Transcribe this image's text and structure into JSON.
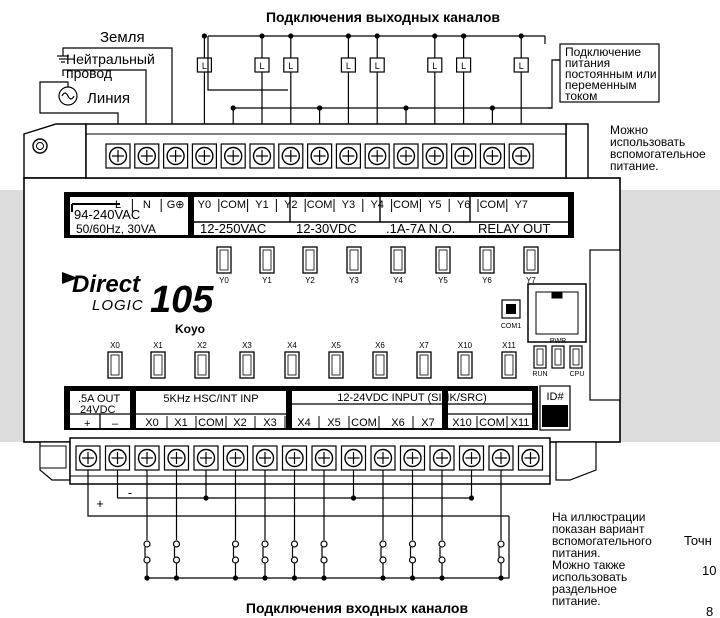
{
  "title_outputs": "Подключения  выходных каналов",
  "title_inputs": "Подключения  входных каналов",
  "labels": {
    "ground": "Земля",
    "neutral_1": "Нейтральный",
    "neutral_2": "провод",
    "line": "Линия"
  },
  "note_power": [
    "Подключение",
    "питания",
    "постоянным или",
    "переменным",
    "током"
  ],
  "note_aux_top": [
    "Можно",
    "использовать",
    "вспомогательное",
    "питание."
  ],
  "note_aux_bottom": [
    "На иллюстрации",
    "показан вариант",
    "вспомогательного",
    "питания.",
    "Можно также",
    "использовать",
    "раздельное",
    "питание."
  ],
  "right_edge": {
    "text1": "Точн",
    "text2": "10",
    "text3": "8"
  },
  "plc": {
    "brand_direct": "Direct",
    "brand_logic": "LOGIC",
    "brand_model": "105",
    "brand_maker": "Koyo",
    "com_port": "COM1",
    "id_label": "ID#",
    "leds": {
      "run": "RUN",
      "pwr": "PWR",
      "cpu": "CPU"
    },
    "top_terminals": [
      "L",
      "N",
      "G⊕",
      "Y0",
      "COM",
      "Y1",
      "Y2",
      "COM",
      "Y3",
      "Y4",
      "COM",
      "Y5",
      "Y6",
      "COM",
      "Y7"
    ],
    "top_labels": {
      "power_range": "94-240VAC",
      "power_freq": "50/60Hz, 30VA",
      "group_1": "12-250VAC",
      "group_2": "12-30VDC",
      "group_3": ".1A-7A N.O.",
      "group_4": "RELAY OUT"
    },
    "output_leds": [
      "Y0",
      "Y1",
      "Y2",
      "Y3",
      "Y4",
      "Y5",
      "Y6",
      "Y7"
    ],
    "input_leds": [
      "X0",
      "X1",
      "X2",
      "X3",
      "X4",
      "X5",
      "X6",
      "X7",
      "X10",
      "X11"
    ],
    "bottom_labels": {
      "out_5a": ".5A OUT",
      "out_24": "24VDC",
      "plus": "+",
      "minus": "–",
      "hsc": "5KHz HSC/INT INP",
      "input_range": "12-24VDC INPUT (SINK/SRC)"
    },
    "bottom_terminals": [
      "X0",
      "X1",
      "COM",
      "X2",
      "X3",
      "X4",
      "X5",
      "COM",
      "X6",
      "X7",
      "X10",
      "COM",
      "X11"
    ],
    "wire_plus": "+",
    "wire_minus": "-"
  },
  "load_label": "L"
}
